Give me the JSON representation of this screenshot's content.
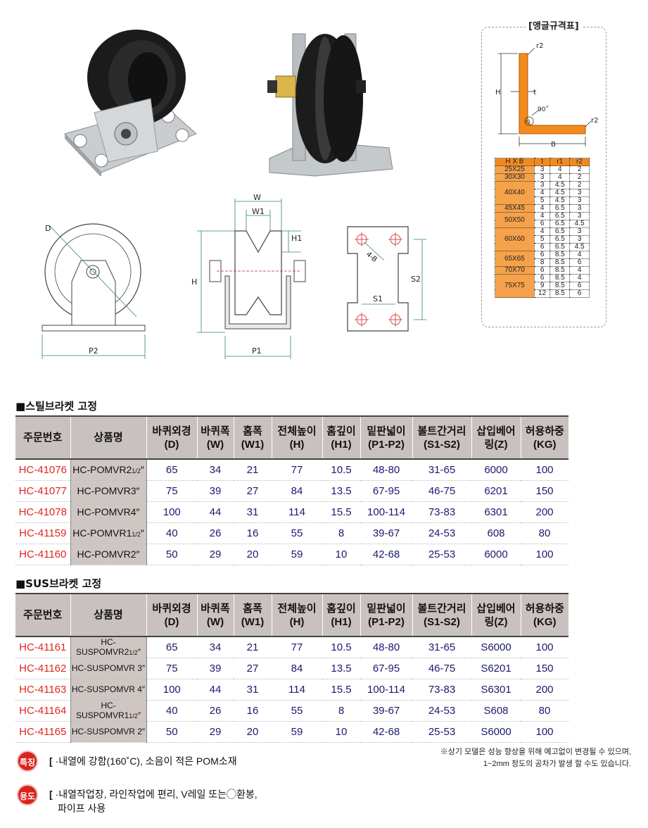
{
  "angle_spec": {
    "title": "[앵글규격표]",
    "diagram_labels": {
      "r2_top": "r2",
      "t": "t",
      "h": "H",
      "deg": "90˚",
      "r1": "r1",
      "r2_bottom": "r2",
      "b": "B"
    },
    "columns": [
      "H X B",
      "t",
      "r1",
      "r2"
    ],
    "rows": [
      {
        "hb": "25X25",
        "t": [
          "3"
        ],
        "r1": [
          "4"
        ],
        "r2": [
          "2"
        ]
      },
      {
        "hb": "30X30",
        "t": [
          "3"
        ],
        "r1": [
          "4"
        ],
        "r2": [
          "2"
        ]
      },
      {
        "hb": "40X40",
        "t": [
          "3",
          "4",
          "5"
        ],
        "r1": [
          "4.5",
          "4.5",
          "4.5"
        ],
        "r2": [
          "2",
          "3",
          "3"
        ]
      },
      {
        "hb": "45X45",
        "t": [
          "4"
        ],
        "r1": [
          "6.5"
        ],
        "r2": [
          "3"
        ]
      },
      {
        "hb": "50X50",
        "t": [
          "4",
          "6"
        ],
        "r1": [
          "6.5",
          "6.5"
        ],
        "r2": [
          "3",
          "4.5"
        ]
      },
      {
        "hb": "60X60",
        "t": [
          "4",
          "5",
          "6"
        ],
        "r1": [
          "6.5",
          "6.5",
          "6.5"
        ],
        "r2": [
          "3",
          "3",
          "4.5"
        ]
      },
      {
        "hb": "65X65",
        "t": [
          "6",
          "8"
        ],
        "r1": [
          "8.5",
          "8.5"
        ],
        "r2": [
          "4",
          "6"
        ]
      },
      {
        "hb": "70X70",
        "t": [
          "6"
        ],
        "r1": [
          "8.5"
        ],
        "r2": [
          "4"
        ]
      },
      {
        "hb": "75X75",
        "t": [
          "6",
          "9",
          "12"
        ],
        "r1": [
          "8.5",
          "8.5",
          "8.5"
        ],
        "r2": [
          "4",
          "6",
          "6"
        ]
      }
    ]
  },
  "drawings": {
    "side": {
      "d": "D",
      "p2": "P2"
    },
    "front": {
      "w": "W",
      "w1": "W1",
      "h1": "H1",
      "h": "H",
      "p1": "P1"
    },
    "plate": {
      "hole": "4-B",
      "s1": "S1",
      "s2": "S2"
    }
  },
  "steel": {
    "title": "■스틸브라켓 고정",
    "headers": [
      [
        "주문번호"
      ],
      [
        "상품명"
      ],
      [
        "바퀴외경",
        "(D)"
      ],
      [
        "바퀴폭",
        "(W)"
      ],
      [
        "홈폭",
        "(W1)"
      ],
      [
        "전체높이",
        "(H)"
      ],
      [
        "홈깊이",
        "(H1)"
      ],
      [
        "밑판넓이",
        "(P1-P2)"
      ],
      [
        "볼트간거리",
        "(S1-S2)"
      ],
      [
        "삽입베어",
        "링(Z)"
      ],
      [
        "허용하중",
        "(KG)"
      ]
    ],
    "rows": [
      {
        "code": "HC-41076",
        "name": "HC-POMVR2",
        "frac": "1/2",
        "unit": "″",
        "d": "65",
        "w": "34",
        "w1": "21",
        "h": "77",
        "h1": "10.5",
        "p": "48-80",
        "s": "31-65",
        "z": "6000",
        "kg": "100"
      },
      {
        "code": "HC-41077",
        "name": "HC-POMVR3",
        "frac": "",
        "unit": "″",
        "d": "75",
        "w": "39",
        "w1": "27",
        "h": "84",
        "h1": "13.5",
        "p": "67-95",
        "s": "46-75",
        "z": "6201",
        "kg": "150"
      },
      {
        "code": "HC-41078",
        "name": "HC-POMVR4",
        "frac": "",
        "unit": "″",
        "d": "100",
        "w": "44",
        "w1": "31",
        "h": "114",
        "h1": "15.5",
        "p": "100-114",
        "s": "73-83",
        "z": "6301",
        "kg": "200"
      },
      {
        "code": "HC-41159",
        "name": "HC-POMVR1",
        "frac": "1/2",
        "unit": "″",
        "d": "40",
        "w": "26",
        "w1": "16",
        "h": "55",
        "h1": "8",
        "p": "39-67",
        "s": "24-53",
        "z": "608",
        "kg": "80"
      },
      {
        "code": "HC-41160",
        "name": "HC-POMVR2",
        "frac": "",
        "unit": "″",
        "d": "50",
        "w": "29",
        "w1": "20",
        "h": "59",
        "h1": "10",
        "p": "42-68",
        "s": "25-53",
        "z": "6000",
        "kg": "100"
      }
    ]
  },
  "sus": {
    "title": "■SUS브라켓 고정",
    "rows": [
      {
        "code": "HC-41161",
        "name": "HC-SUSPOMVR2",
        "frac": "1/2",
        "unit": "″",
        "d": "65",
        "w": "34",
        "w1": "21",
        "h": "77",
        "h1": "10.5",
        "p": "48-80",
        "s": "31-65",
        "z": "S6000",
        "kg": "100"
      },
      {
        "code": "HC-41162",
        "name": "HC-SUSPOMVR 3",
        "frac": "",
        "unit": "″",
        "d": "75",
        "w": "39",
        "w1": "27",
        "h": "84",
        "h1": "13.5",
        "p": "67-95",
        "s": "46-75",
        "z": "S6201",
        "kg": "150"
      },
      {
        "code": "HC-41163",
        "name": "HC-SUSPOMVR 4",
        "frac": "",
        "unit": "″",
        "d": "100",
        "w": "44",
        "w1": "31",
        "h": "114",
        "h1": "15.5",
        "p": "100-114",
        "s": "73-83",
        "z": "S6301",
        "kg": "200"
      },
      {
        "code": "HC-41164",
        "name": "HC-SUSPOMVR1",
        "frac": "1/2",
        "unit": "″",
        "d": "40",
        "w": "26",
        "w1": "16",
        "h": "55",
        "h1": "8",
        "p": "39-67",
        "s": "24-53",
        "z": "S608",
        "kg": "80"
      },
      {
        "code": "HC-41165",
        "name": "HC-SUSPOMVR 2",
        "frac": "",
        "unit": "″",
        "d": "50",
        "w": "29",
        "w1": "20",
        "h": "59",
        "h1": "10",
        "p": "42-68",
        "s": "25-53",
        "z": "S6000",
        "kg": "100"
      }
    ]
  },
  "notes": {
    "line1": "※상기 모델은 성능 향상을 위해 예고없이 변경될 수 있으며,",
    "line2": "1~2mm 정도의 공차가 발생 할 수도 있습니다."
  },
  "features": {
    "badge": "특징",
    "text": "·내열에 강함(160˚C), 소음이 적은 POM소재"
  },
  "usage": {
    "badge": "용도",
    "line1": "·내열작업장, 라인작업에 편리, V레일 또는◯환봉,",
    "line2": "파이프 사용"
  }
}
